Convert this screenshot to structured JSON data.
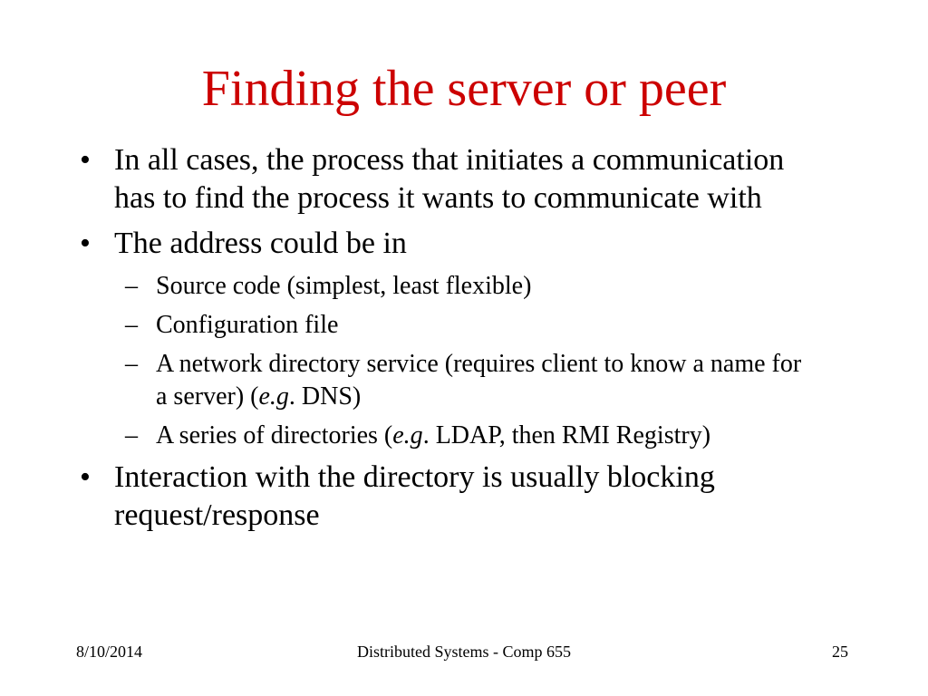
{
  "slide": {
    "title": "Finding the server or peer",
    "bullets": {
      "b1": {
        "marker": "•",
        "text": "In all cases, the process that initiates a communication has to find the process it wants to communicate with"
      },
      "b2": {
        "marker": "•",
        "text": "The address could be in"
      },
      "s1": {
        "marker": "–",
        "text": "Source code (simplest, least flexible)"
      },
      "s2": {
        "marker": "–",
        "text": "Configuration file"
      },
      "s3": {
        "marker": "–",
        "text_before": "A network directory service (requires client to know a name for a server) (",
        "text_em": "e.g",
        "text_after": ". DNS)"
      },
      "s4": {
        "marker": "–",
        "text_before": "A series of directories (",
        "text_em": "e.g",
        "text_after": ". LDAP, then RMI Registry)"
      },
      "b3": {
        "marker": "•",
        "text": "Interaction with the directory is usually blocking request/response"
      }
    },
    "footer": {
      "date": "8/10/2014",
      "center": "Distributed Systems - Comp 655",
      "page": "25"
    }
  }
}
